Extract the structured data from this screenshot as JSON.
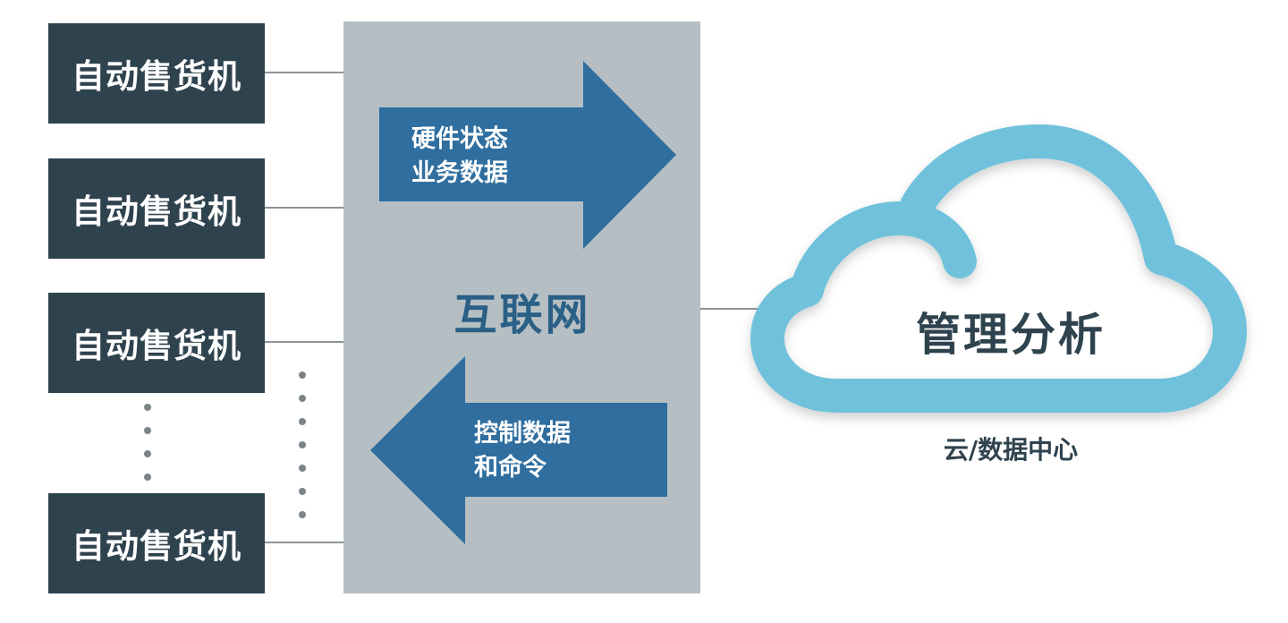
{
  "devices": [
    {
      "label": "自动售货机"
    },
    {
      "label": "自动售货机"
    },
    {
      "label": "自动售货机"
    },
    {
      "label": "自动售货机"
    }
  ],
  "network": {
    "label": "互联网"
  },
  "upstream_arrow": {
    "line1": "硬件状态",
    "line2": "业务数据"
  },
  "downstream_arrow": {
    "line1": "控制数据",
    "line2": "和命令"
  },
  "cloud": {
    "label": "管理分析",
    "caption": "云/数据中心"
  },
  "colors": {
    "device_box": "#2f434f",
    "network_panel": "#b5bfc3",
    "arrow": "#2f6e9f",
    "cloud_outline": "#6fc2dc",
    "network_text": "#2a5f86"
  }
}
